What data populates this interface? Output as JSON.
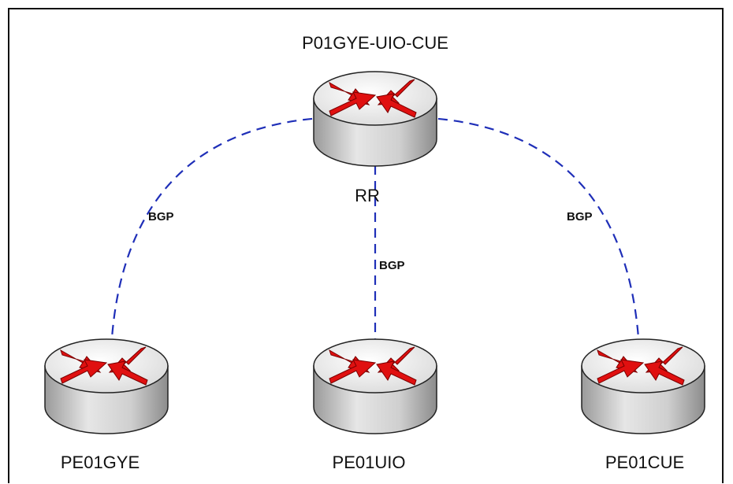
{
  "diagram": {
    "nodes": [
      {
        "id": "rr",
        "label": "P01GYE-UIO-CUE",
        "role_label": "RR",
        "icon": "router-icon"
      },
      {
        "id": "gye",
        "label": "PE01GYE",
        "icon": "router-icon"
      },
      {
        "id": "uio",
        "label": "PE01UIO",
        "icon": "router-icon"
      },
      {
        "id": "cue",
        "label": "PE01CUE",
        "icon": "router-icon"
      }
    ],
    "links": [
      {
        "from": "rr",
        "to": "gye",
        "label": "BGP",
        "style": "dashed"
      },
      {
        "from": "rr",
        "to": "uio",
        "label": "BGP",
        "style": "dashed"
      },
      {
        "from": "rr",
        "to": "cue",
        "label": "BGP",
        "style": "dashed"
      }
    ],
    "colors": {
      "link": "#1f2fb8",
      "arrow": "#e01010",
      "router_body": "#c8c8c8",
      "router_top": "#f2f2f2",
      "outline": "#222222"
    }
  }
}
